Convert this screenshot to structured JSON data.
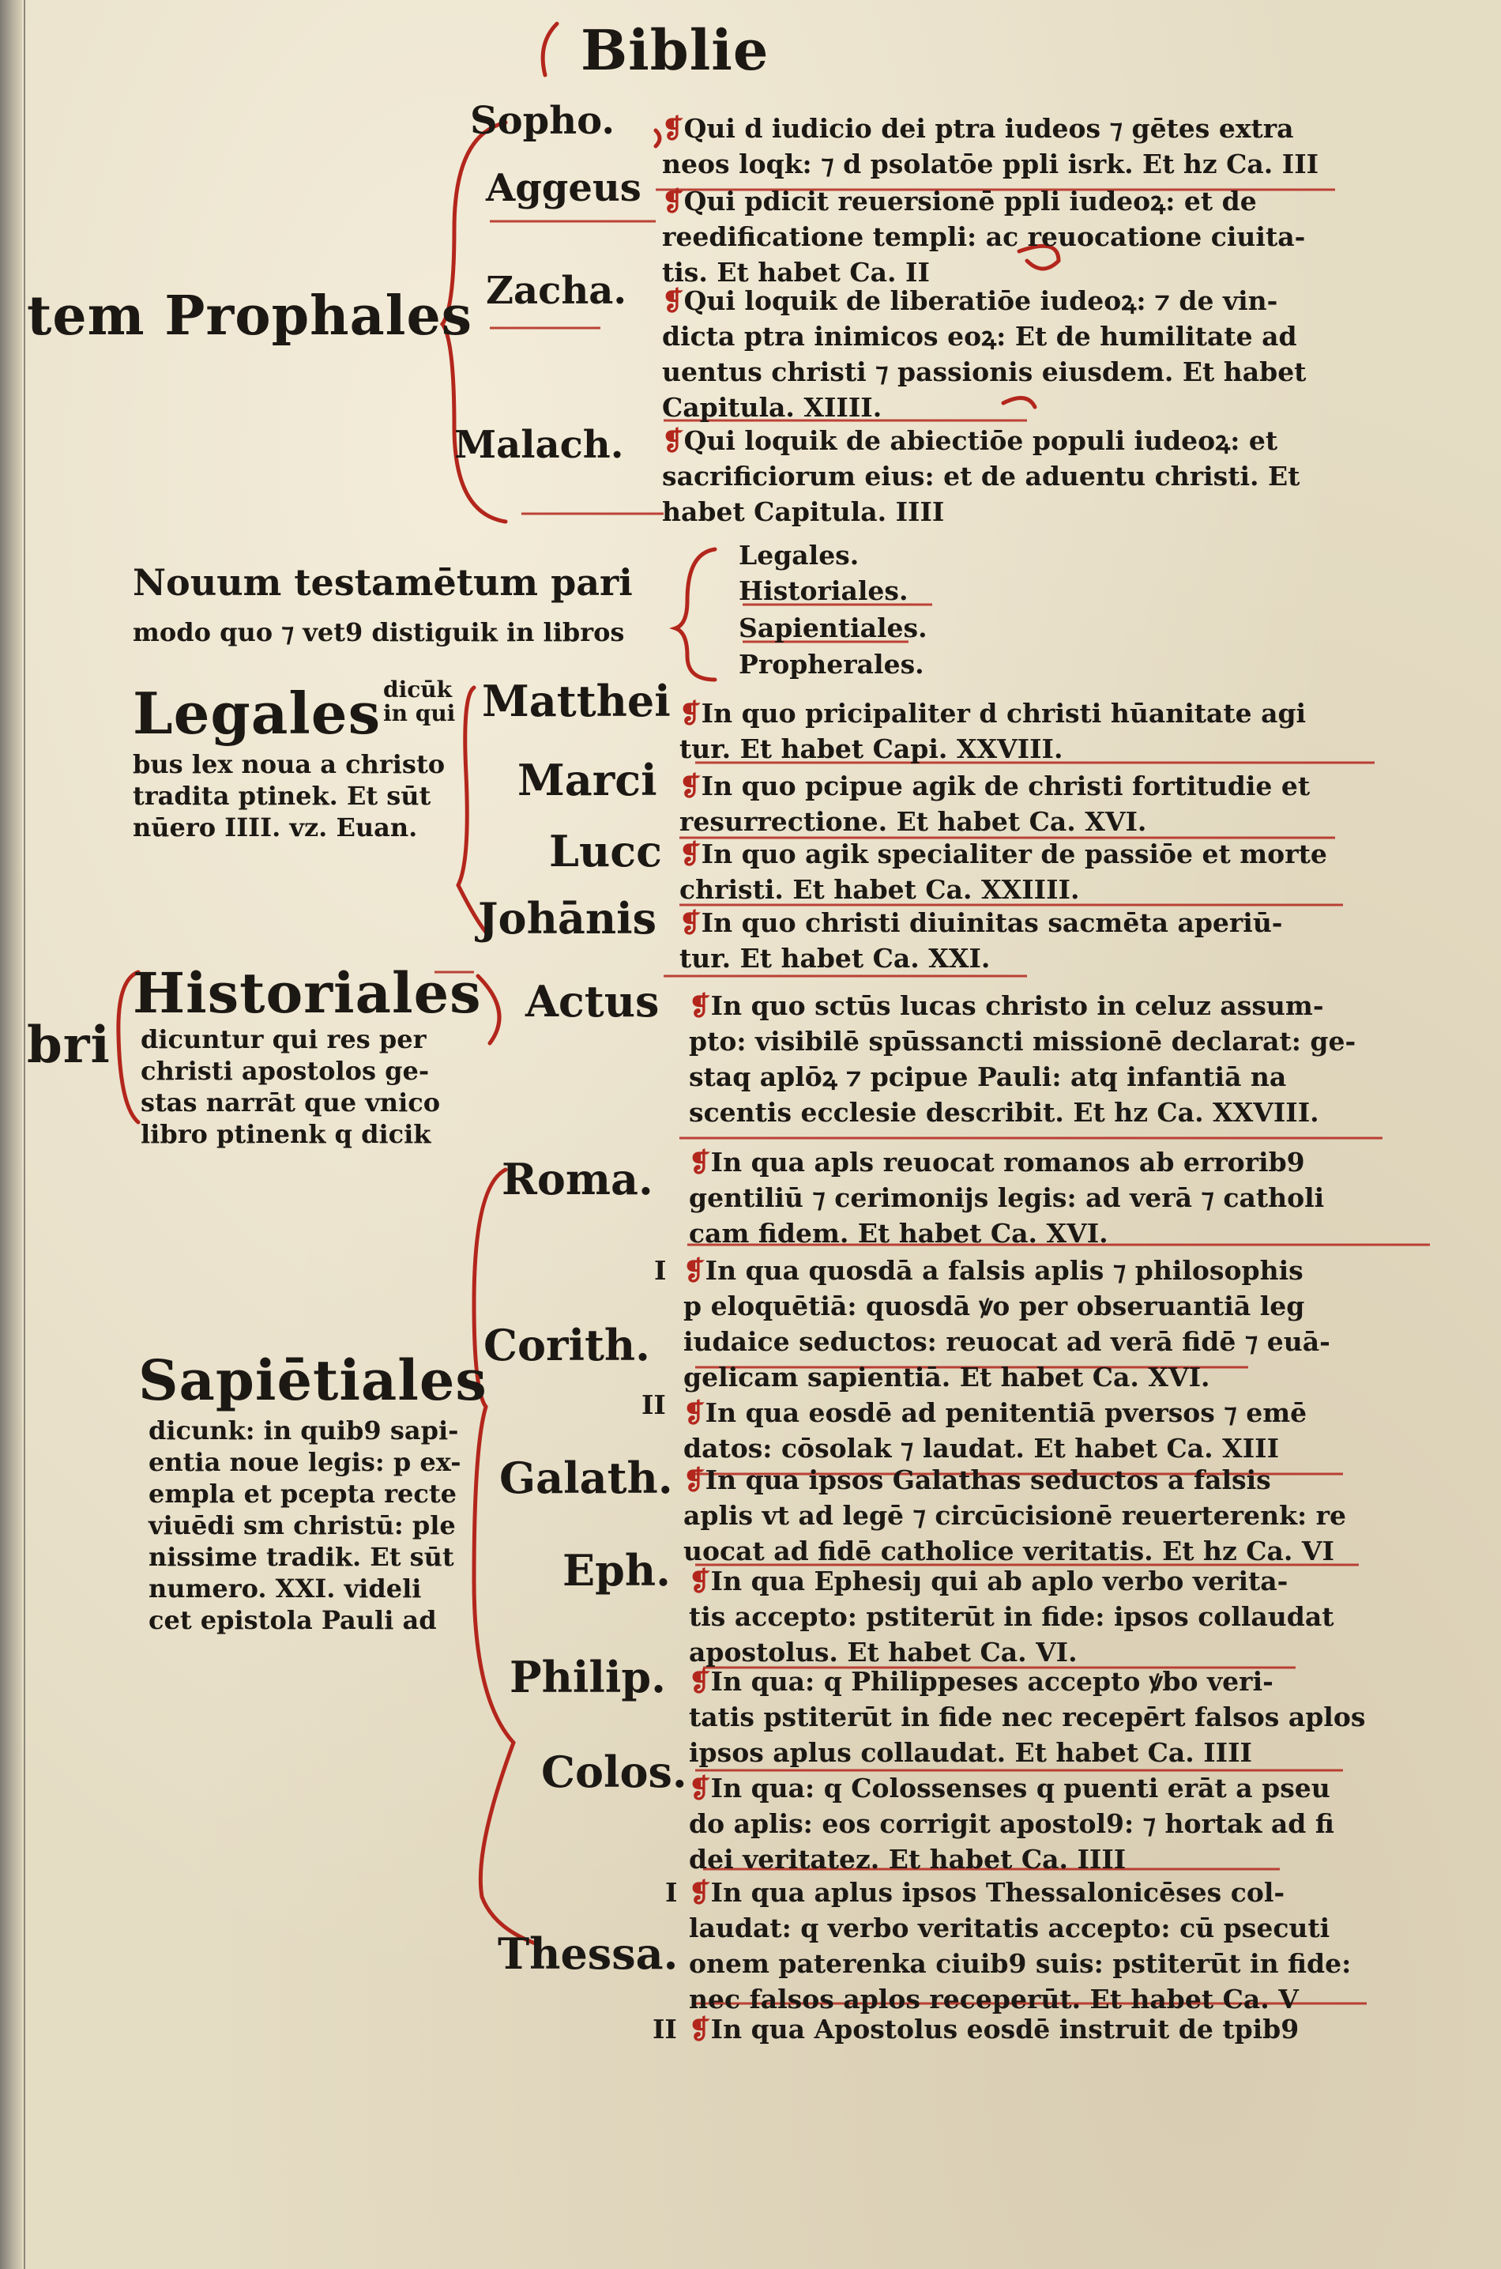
{
  "header": {
    "title": "Biblie"
  },
  "sections": {
    "prophetae": {
      "heading": "tem Prophales",
      "books": [
        {
          "name": "Sopho.",
          "lines": [
            "Qui d iudicio dei ptra iudeos ⁊ gētes extra",
            "neos loqk: ⁊ d psolatōe ppli isrk. Et hz Ca. III"
          ]
        },
        {
          "name": "Aggeus",
          "lines": [
            "Qui pdicit reuersionē ppli iudeoꝝ: et de",
            "reedificatione templi: ac reuocatione ciuita-",
            "tis. Et habet Ca. II"
          ]
        },
        {
          "name": "Zacha.",
          "lines": [
            "Qui loquik de liberatiōe iudeoꝝ: ⁊ de vin-",
            "dicta ptra inimicos eoꝝ: Et de humilitate ad",
            "uentus christi ⁊ passionis eiusdem. Et habet",
            "Capitula. XIIII."
          ]
        },
        {
          "name": "Malach.",
          "lines": [
            "Qui loquik de abiectiōe populi iudeoꝝ: et",
            "sacrificiorum eius: et de aduentu christi. Et",
            "habet Capitula. IIII"
          ]
        }
      ]
    },
    "nouum": {
      "lines": [
        "Nouum testamētum pari",
        "modo quo ⁊ vet9 distiguik in libros"
      ],
      "divisions": [
        "Legales.",
        "Historiales.",
        "Sapientiales.",
        "Propherales."
      ]
    },
    "legales": {
      "heading": "Legales",
      "desc_top": [
        "dicūk",
        "in qui"
      ],
      "desc": [
        "bus lex noua a christo",
        "tradita ptinek. Et sūt",
        "nūero IIII. vz. Euan."
      ],
      "books": [
        {
          "name": "Matthei",
          "lines": [
            "In quo pricipaliter d christi hūanitate agi",
            "tur. Et habet Capi. XXVIII."
          ]
        },
        {
          "name": "Marci",
          "lines": [
            "In quo pcipue agik de christi fortitudie et",
            "resurrectione. Et habet Ca. XVI."
          ]
        },
        {
          "name": "Lucc",
          "lines": [
            "In quo agik specialiter de passiōe et morte",
            "christi. Et habet Ca. XXIIII."
          ]
        },
        {
          "name": "Johānis",
          "lines": [
            "In quo christi diuinitas sacmēta aperiū-",
            "tur. Et habet Ca. XXI."
          ]
        }
      ]
    },
    "historiales": {
      "side": "bri",
      "heading": "Historiales",
      "desc": [
        "dicuntur qui res per",
        "christi apostolos ge-",
        "stas narrāt que vnico",
        "libro ptinenk q dicik"
      ],
      "book": {
        "name": "Actus",
        "lines": [
          "In quo sctūs lucas christo in celuz assum-",
          "pto: visibilē spūssancti missionē declarat: ge-",
          "staq aplōꝝ ⁊ pcipue Pauli: atq infantiā na",
          "scentis ecclesie describit. Et hz Ca. XXVIII."
        ]
      }
    },
    "sapientiales": {
      "heading": "Sapiētiales",
      "desc": [
        "dicunk: in quib9 sapi-",
        "entia noue legis: p ex-",
        "empla et pcepta recte",
        "viuēdi sm christū: ple",
        "nissime tradik. Et sūt",
        "numero. XXI. videli",
        "cet epistola Pauli ad"
      ],
      "books": [
        {
          "name": "Roma.",
          "lines": [
            "In qua apls reuocat romanos ab errorib9",
            "gentiliū ⁊ cerimonijs legis: ad verā ⁊ catholi",
            "cam fidem. Et habet Ca. XVI."
          ]
        },
        {
          "name": "Corith.",
          "items": [
            {
              "num": "I",
              "lines": [
                "In qua quosdā a falsis aplis ⁊ philosophis",
                "p eloquētiā: quosdā ꝟo per obseruantiā leg",
                "iudaice seductos: reuocat ad verā fidē ⁊ euā-",
                "gelicam sapientiā. Et habet Ca. XVI."
              ]
            },
            {
              "num": "II",
              "lines": [
                "In qua eosdē ad penitentiā pversos ⁊ emē",
                "datos: cōsolak ⁊ laudat. Et habet Ca. XIII"
              ]
            }
          ]
        },
        {
          "name": "Galath.",
          "lines": [
            "In qua ipsos Galathas seductos a falsis",
            "aplis vt ad legē ⁊ circūcisionē reuerterenk: re",
            "uocat ad fidē catholice veritatis. Et hz Ca. VI"
          ]
        },
        {
          "name": "Eph.",
          "lines": [
            "In qua Ephesiȷ qui ab aplo verbo verita-",
            "tis accepto: pstiterūt in fide: ipsos collaudat",
            "apostolus. Et habet Ca. VI."
          ]
        },
        {
          "name": "Philip.",
          "lines": [
            "In qua: q Philippeses accepto ꝟbo veri-",
            "tatis pstiterūt in fide nec recepērt falsos aplos",
            "ipsos aplus collaudat. Et habet Ca. IIII"
          ]
        },
        {
          "name": "Colos.",
          "lines": [
            "In qua: q Colossenses q puenti erāt a pseu",
            "do aplis: eos corrigit apostol9: ⁊ hortak ad fi",
            "dei veritatez. Et habet Ca. IIII"
          ]
        },
        {
          "name": "Thessa.",
          "items": [
            {
              "num": "I",
              "lines": [
                "In qua aplus ipsos Thessalonicēses col-",
                "laudat: q verbo veritatis accepto: cū psecuti",
                "onem paterenka ciuib9 suis: pstiterūt in fide:",
                "nec falsos aplos receperūt. Et habet Ca. V"
              ]
            },
            {
              "num": "II",
              "lines": [
                "In qua Apostolus eosdē instruit de tpib9"
              ]
            }
          ]
        }
      ]
    }
  },
  "colors": {
    "rubric": "#b3261c",
    "ink": "#1c1814",
    "paper": "#e5dcc4"
  }
}
